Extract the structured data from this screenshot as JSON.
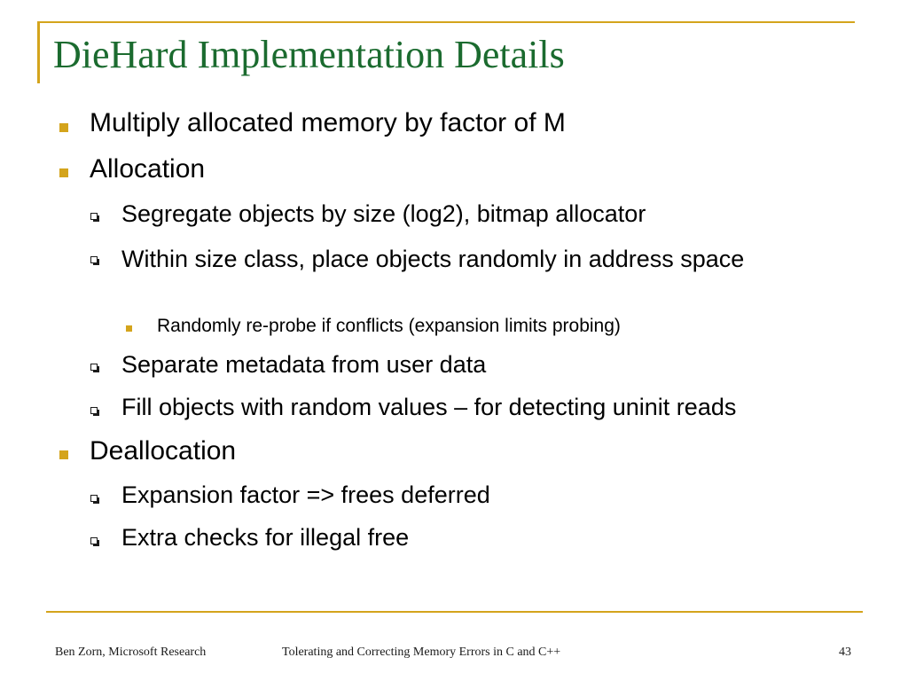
{
  "slide": {
    "title": "DieHard Implementation Details",
    "bullets": [
      {
        "level": 1,
        "text": "Multiply allocated memory by factor of M"
      },
      {
        "level": 1,
        "text": "Allocation"
      },
      {
        "level": 2,
        "text": "Segregate objects by size (log2), bitmap allocator"
      },
      {
        "level": 2,
        "text": "Within size class, place objects randomly in address space"
      },
      {
        "level": 3,
        "text": "Randomly re-probe if conflicts (expansion limits probing)"
      },
      {
        "level": 2,
        "text": "Separate metadata from user data"
      },
      {
        "level": 2,
        "text": "Fill objects with random values – for detecting uninit reads"
      },
      {
        "level": 1,
        "text": "Deallocation"
      },
      {
        "level": 2,
        "text": "Expansion factor => frees deferred"
      },
      {
        "level": 2,
        "text": "Extra checks for illegal free"
      }
    ]
  },
  "footer": {
    "author": "Ben Zorn, Microsoft Research",
    "talk_title": "Tolerating and Correcting Memory Errors in C and C++",
    "page_number": "43"
  },
  "colors": {
    "accent": "#d4a41c",
    "title": "#1b6b2f"
  }
}
